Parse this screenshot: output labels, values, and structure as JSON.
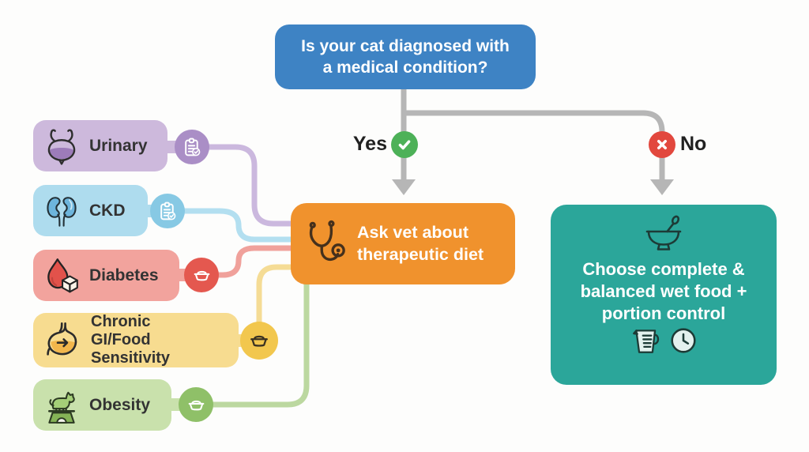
{
  "question": {
    "text": "Is your cat diagnosed with a medical condition?"
  },
  "branches": {
    "yes": {
      "label": "Yes",
      "badge_icon": "check-circle-icon",
      "badge_color": "#4db158"
    },
    "no": {
      "label": "No",
      "badge_icon": "x-circle-icon",
      "badge_color": "#e2483e"
    }
  },
  "conditions": [
    {
      "label": "Urinary",
      "icon": "bladder-icon",
      "badge_icon": "clipboard-check-icon",
      "box_color": "#cdb9dc",
      "badge_color": "#aa8ec6",
      "line_color": "#cbb8de"
    },
    {
      "label": "CKD",
      "icon": "kidneys-icon",
      "badge_icon": "clipboard-check-icon",
      "box_color": "#aedcee",
      "badge_color": "#87c9e4",
      "line_color": "#b3dff0"
    },
    {
      "label": "Diabetes",
      "icon": "blood-drop-sugar-cube-icon",
      "badge_icon": "pet-bowl-icon",
      "box_color": "#f2a39d",
      "badge_color": "#e4584f",
      "line_color": "#f0a19b"
    },
    {
      "label": "Chronic GI/Food Sensitivity",
      "icon": "stomach-icon",
      "badge_icon": "pet-bowl-icon",
      "box_color": "#f7dc90",
      "badge_color": "#f2c74e",
      "line_color": "#f5dc95"
    },
    {
      "label": "Obesity",
      "icon": "cat-on-scale-icon",
      "badge_icon": "pet-bowl-icon",
      "box_color": "#c9e1ac",
      "badge_color": "#8fc068",
      "line_color": "#bcd8a0"
    }
  ],
  "outcome_yes": {
    "text": "Ask vet about therapeutic diet",
    "icon": "stethoscope-icon",
    "box_color": "#f0922d"
  },
  "outcome_no": {
    "text": "Choose complete & balanced wet food + portion control",
    "top_icon": "bowl-with-spoon-icon",
    "bottom_icons": [
      "measuring-cup-icon",
      "clock-icon"
    ],
    "box_color": "#2ba69a"
  },
  "colors": {
    "question_box": "#3e83c4",
    "connector_gray": "#b6b6b6",
    "background": "#fdfdfc"
  }
}
